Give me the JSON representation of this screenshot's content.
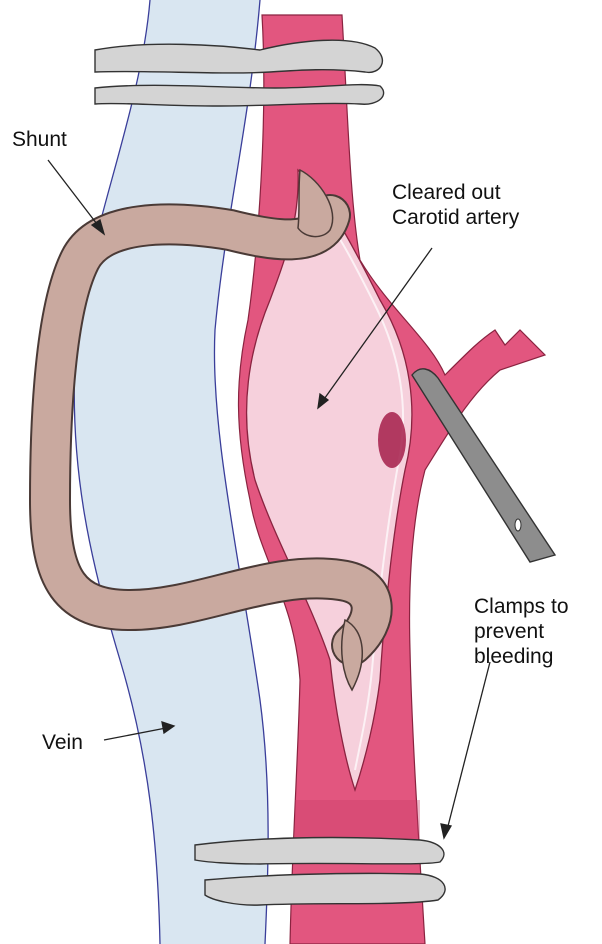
{
  "labels": {
    "shunt": "Shunt",
    "artery": [
      "Cleared out",
      "Carotid artery"
    ],
    "clamps": [
      "Clamps to",
      "prevent",
      "bleeding"
    ],
    "vein": "Vein"
  },
  "colors": {
    "artery": "#e2567f",
    "artery_dark": "#c93a66",
    "artery_interior": "#f6d0dc",
    "vein": "#d9e6f1",
    "vein_outline": "#3a3e9a",
    "shunt": "#c9a99f",
    "shunt_outline": "#4a3a36",
    "clamp": "#d4d4d4",
    "clamp_outline": "#333333",
    "instrument": "#8d8d8d",
    "plaque": "#a41e4a"
  },
  "icons": [
    "artery-illustration",
    "vein-illustration",
    "shunt-tube",
    "vessel-clamp",
    "surgical-forceps"
  ]
}
